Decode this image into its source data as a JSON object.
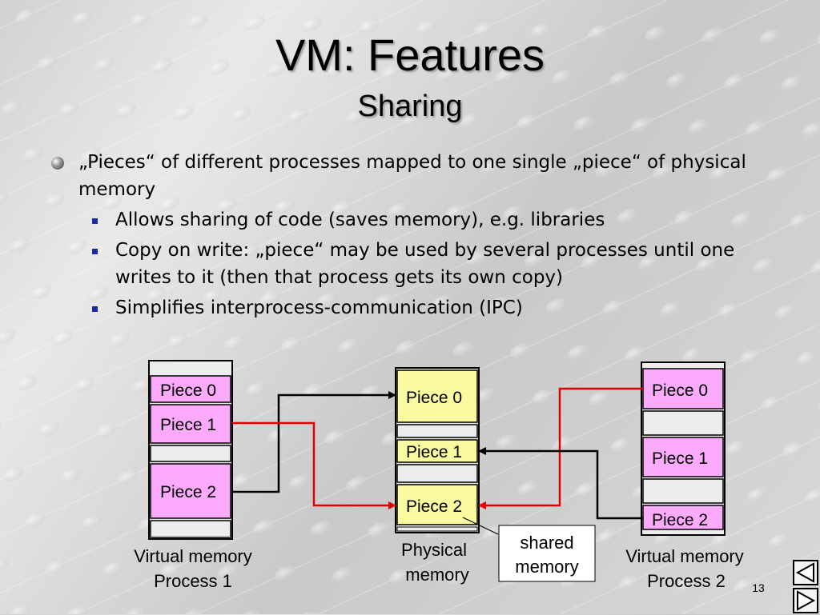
{
  "slide": {
    "title": "VM: Features",
    "subtitle": "Sharing",
    "page_number": "13"
  },
  "bullets": {
    "main": "„Pieces“ of different processes mapped to one single „piece“ of physical memory",
    "sub": [
      "Allows sharing of code (saves memory), e.g. libraries",
      "Copy on write: „piece“ may be used by several processes until one writes to it (then that process gets its own copy)",
      "Simplifies interprocess-communication (IPC)"
    ]
  },
  "diagram": {
    "process1": {
      "pieces": [
        "Piece 0",
        "Piece 1",
        "Piece 2"
      ],
      "caption_line1": "Virtual memory",
      "caption_line2": "Process 1"
    },
    "physical": {
      "pieces": [
        "Piece 0",
        "Piece 1",
        "Piece 2"
      ],
      "caption_line1": "Physical",
      "caption_line2": "memory"
    },
    "process2": {
      "pieces": [
        "Piece 0",
        "Piece 1",
        "Piece 2"
      ],
      "caption_line1": "Virtual memory",
      "caption_line2": "Process 2"
    },
    "callout_line1": "shared",
    "callout_line2": "memory"
  },
  "colors": {
    "virtual_piece": "#fcaafc",
    "physical_piece": "#fafaa0",
    "empty_slot": "#ececec",
    "red_arrow": "#e00000",
    "black_arrow": "#000000",
    "bullet_square": "#1b2aa3"
  },
  "icons": {
    "main_bullet": "sphere-bullet-icon",
    "sub_bullet": "square-bullet-icon",
    "prev_slide": "triangle-left-icon",
    "next_slide": "triangle-right-icon"
  }
}
